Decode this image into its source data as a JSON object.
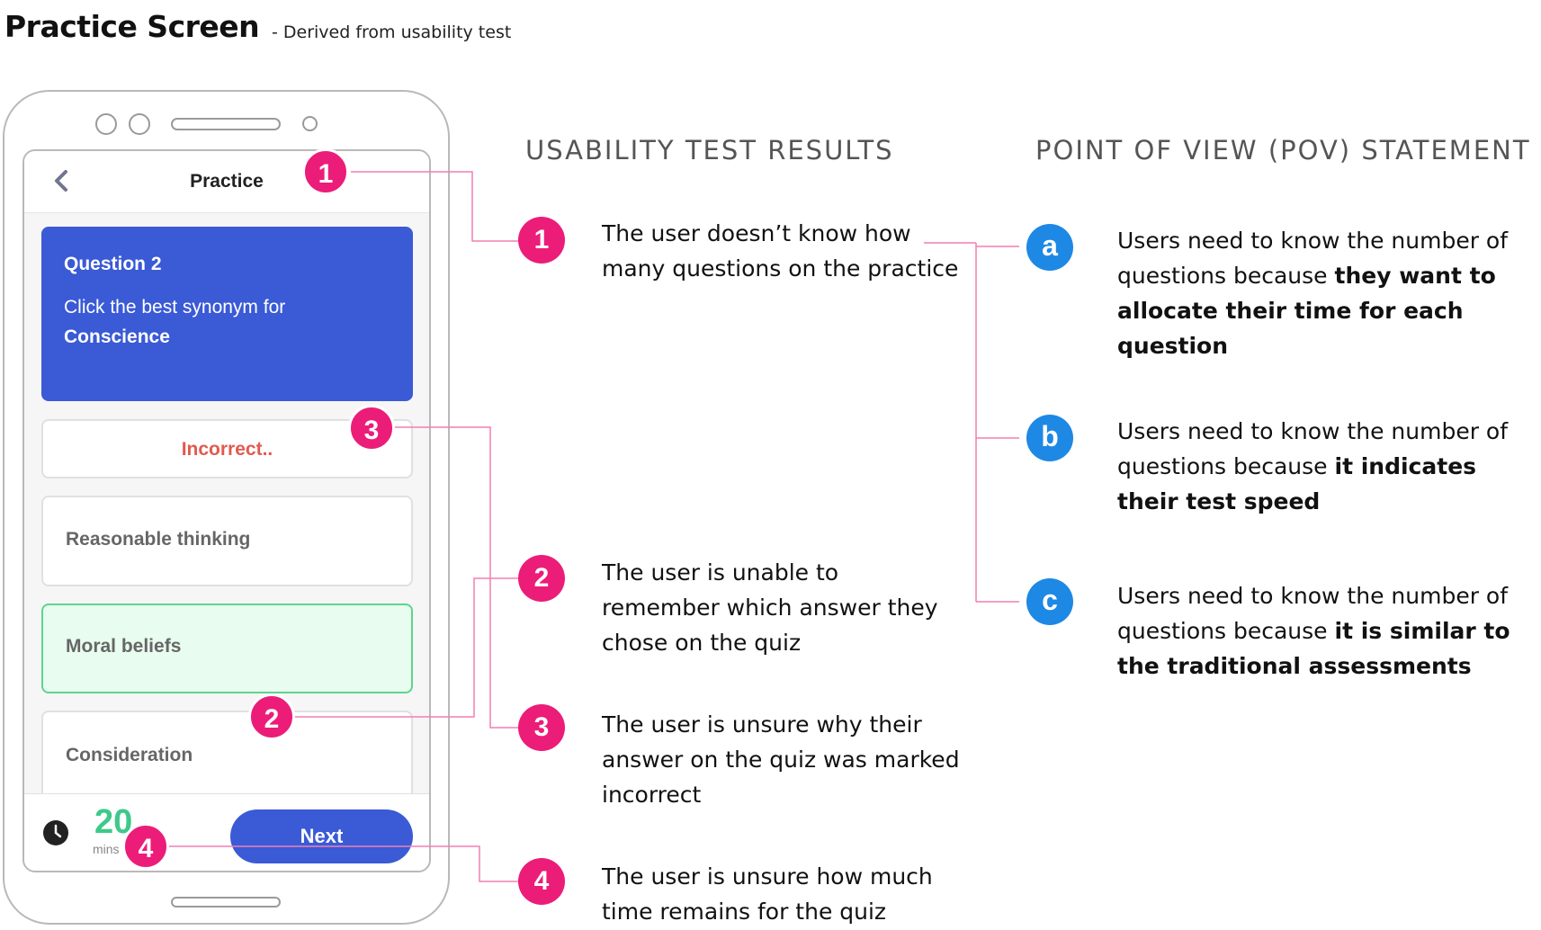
{
  "header": {
    "title": "Practice Screen",
    "subtitle": "- Derived from usability test"
  },
  "phone": {
    "screen_title": "Practice",
    "question": {
      "number": "Question 2",
      "prompt": "Click the best synonym for",
      "word": "Conscience"
    },
    "options": {
      "feedback": "Incorrect..",
      "option1": "Reasonable thinking",
      "option2": "Moral beliefs",
      "option3": "Consideration"
    },
    "timer": {
      "value": "20",
      "unit": "mins"
    },
    "next_label": "Next"
  },
  "markers": {
    "m1": "1",
    "m2": "2",
    "m3": "3",
    "m4": "4",
    "a": "a",
    "b": "b",
    "c": "c"
  },
  "results": {
    "heading": "USABILITY TEST RESULTS",
    "items": [
      {
        "num": "1",
        "text": "The user doesn’t know how many questions on the practice"
      },
      {
        "num": "2",
        "text": "The user is unable to remember which answer they chose on the quiz"
      },
      {
        "num": "3",
        "text": "The user is unsure why their answer on the quiz was marked incorrect"
      },
      {
        "num": "4",
        "text": "The user is unsure how much time remains for the quiz"
      }
    ]
  },
  "pov": {
    "heading": "POINT OF VIEW (POV) STATEMENT",
    "items": [
      {
        "letter": "a",
        "prefix": "Users need to know the number of questions because ",
        "emphasis": "they want to allocate their time for each question"
      },
      {
        "letter": "b",
        "prefix": "Users need to know the number of questions because ",
        "emphasis": "it indicates their test speed"
      },
      {
        "letter": "c",
        "prefix": "Users need to know the number of questions because ",
        "emphasis": "it is similar to the traditional assessments"
      }
    ]
  },
  "colors": {
    "marker_pink": "#ec1c79",
    "marker_blue": "#1e88e5",
    "primary_blue": "#3a5ad6",
    "incorrect_red": "#e15a4f",
    "selected_green_bg": "#e8fcef",
    "selected_green_border": "#5fd48f",
    "timer_green": "#3ec98a",
    "connector": "#f27fb2"
  }
}
